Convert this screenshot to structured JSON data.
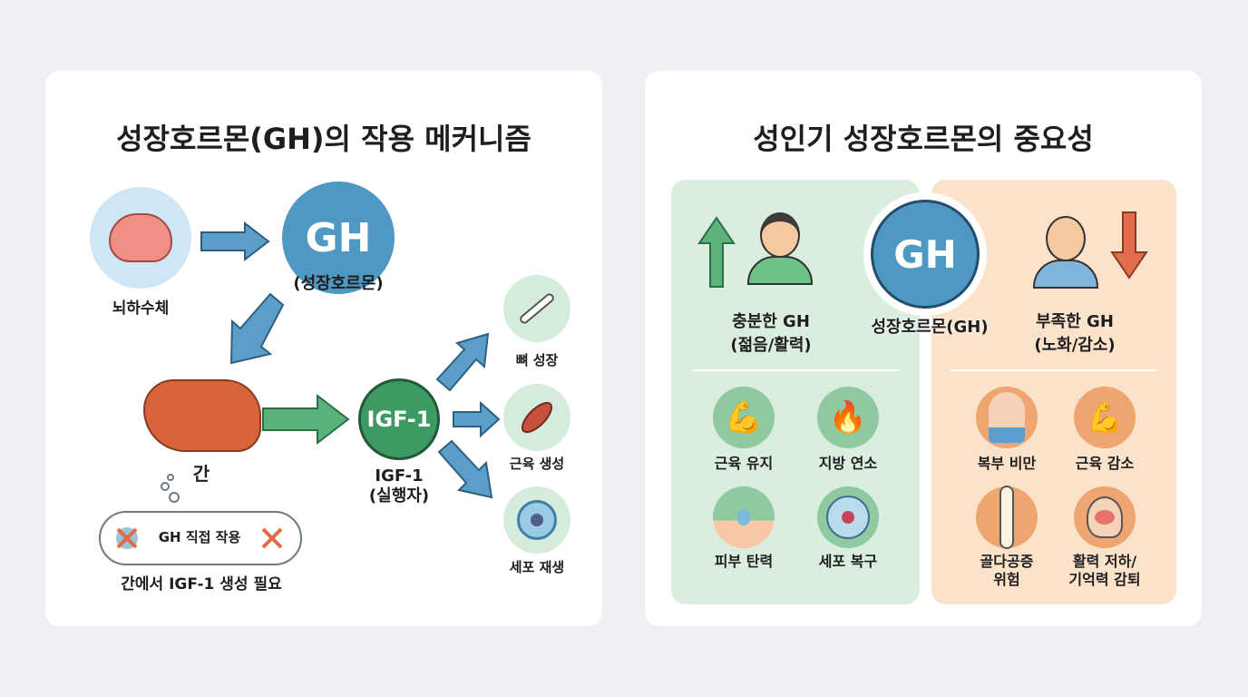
{
  "left": {
    "title": "성장호르몬(GH)의 작용 메커니즘",
    "pituitary_label": "뇌하수체",
    "gh_circle_text": "GH",
    "gh_label": "(성장호르몬)",
    "liver_label": "간",
    "igf_circle_text": "IGF-1",
    "igf_label_1": "IGF-1",
    "igf_label_2": "(실행자)",
    "targets": [
      {
        "label": "뼈 성장",
        "icon": "bone-icon"
      },
      {
        "label": "근육 생성",
        "icon": "muscle-icon"
      },
      {
        "label": "세포 재생",
        "icon": "cell-icon"
      }
    ],
    "cloud_text": "GH 직접 작용",
    "note": "간에서 IGF-1 생성 필요"
  },
  "right": {
    "title": "성인기 성장호르몬의 중요성",
    "gh_circle_text": "GH",
    "gh_label": "성장호르몬(GH)",
    "high": {
      "title": "충분한 GH",
      "subtitle": "(젊음/활력)",
      "items": [
        {
          "label": "근육 유지",
          "icon": "flexed-arm-icon"
        },
        {
          "label": "지방 연소",
          "icon": "fire-icon"
        },
        {
          "label": "피부 탄력",
          "icon": "skin-drop-icon"
        },
        {
          "label": "세포 복구",
          "icon": "cell-icon"
        }
      ]
    },
    "low": {
      "title": "부족한 GH",
      "subtitle": "(노화/감소)",
      "items": [
        {
          "label": "복부 비만",
          "icon": "belly-icon"
        },
        {
          "label": "근육 감소",
          "icon": "weak-arm-icon"
        },
        {
          "label": "골다공증\n위험",
          "l1": "골다공증",
          "l2": "위험",
          "icon": "bone-joint-icon"
        },
        {
          "label": "활력 저하/\n기억력 감퇴",
          "l1": "활력 저하/",
          "l2": "기억력 감퇴",
          "icon": "brain-head-icon"
        }
      ]
    }
  },
  "colors": {
    "blue": "#4f98c4",
    "green": "#3e9a63",
    "green_panel": "#d9eedf",
    "orange_panel": "#fbe2ca",
    "orange": "#e8894e"
  }
}
